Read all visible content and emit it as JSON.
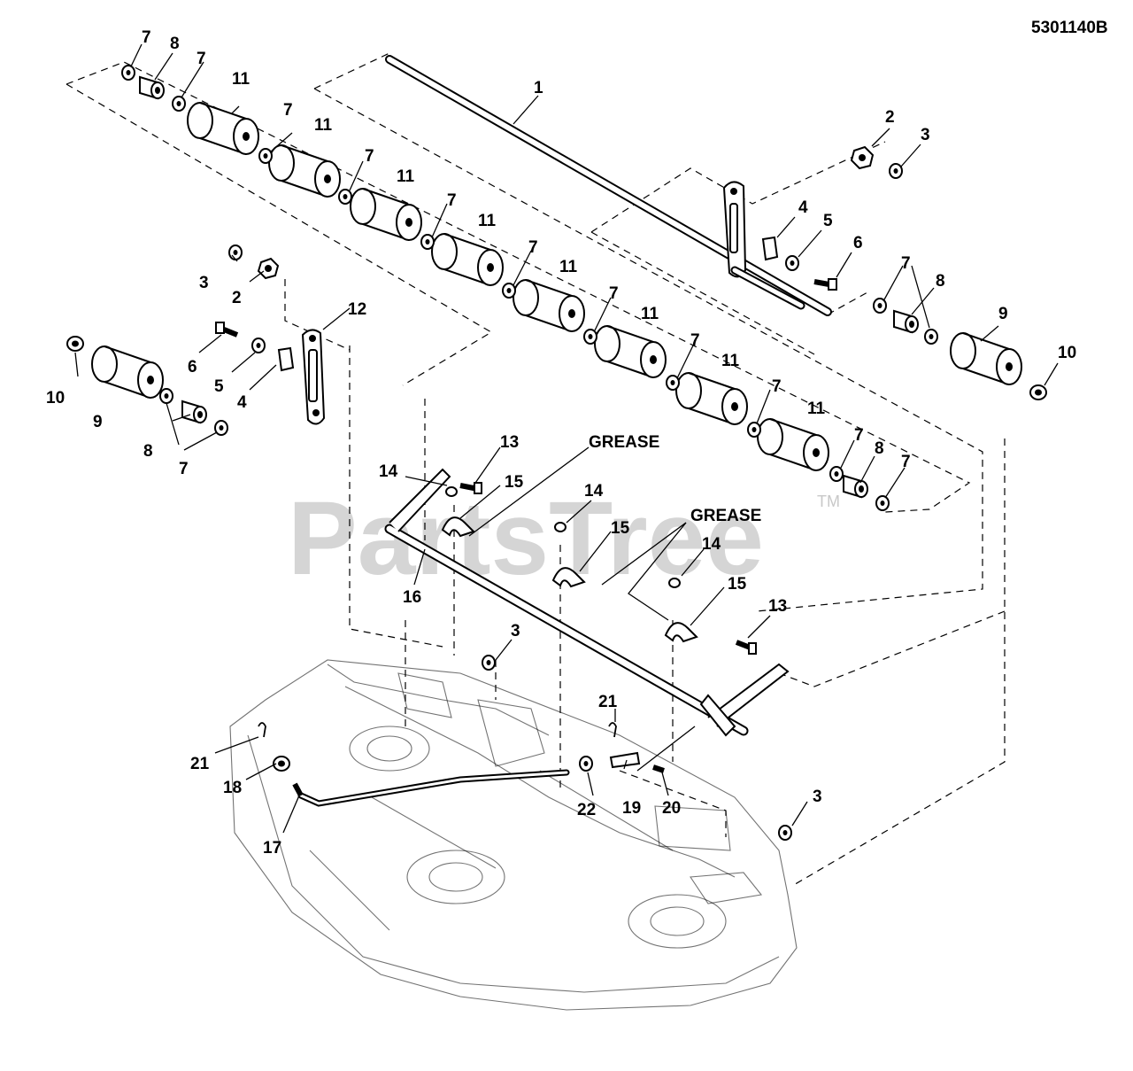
{
  "figure_id": "5301140B",
  "watermark": {
    "text": "PartsTree",
    "tm": "TM"
  },
  "callouts": {
    "c1": "1",
    "c2a": "2",
    "c2b": "2",
    "c3a": "3",
    "c3b": "3",
    "c3c": "3",
    "c3d": "3",
    "c4a": "4",
    "c4b": "4",
    "c5a": "5",
    "c5b": "5",
    "c6a": "6",
    "c6b": "6",
    "c7a": "7",
    "c7b": "7",
    "c7c": "7",
    "c7d": "7",
    "c7e": "7",
    "c7f": "7",
    "c7g": "7",
    "c7h": "7",
    "c7i": "7",
    "c7j": "7",
    "c7k": "7",
    "c7l": "7",
    "c7m": "7",
    "c7n": "7",
    "c8a": "8",
    "c8b": "8",
    "c8c": "8",
    "c8d": "8",
    "c9a": "9",
    "c9b": "9",
    "c10a": "10",
    "c10b": "10",
    "c11a": "11",
    "c11b": "11",
    "c11c": "11",
    "c11d": "11",
    "c11e": "11",
    "c11f": "11",
    "c11g": "11",
    "c11h": "11",
    "c12": "12",
    "c13a": "13",
    "c13b": "13",
    "c14a": "14",
    "c14b": "14",
    "c14c": "14",
    "c15a": "15",
    "c15b": "15",
    "c15c": "15",
    "c16": "16",
    "c17": "17",
    "c18": "18",
    "c19": "19",
    "c20": "20",
    "c21a": "21",
    "c21b": "21",
    "c22": "22",
    "grease1": "GREASE",
    "grease2": "GREASE"
  }
}
